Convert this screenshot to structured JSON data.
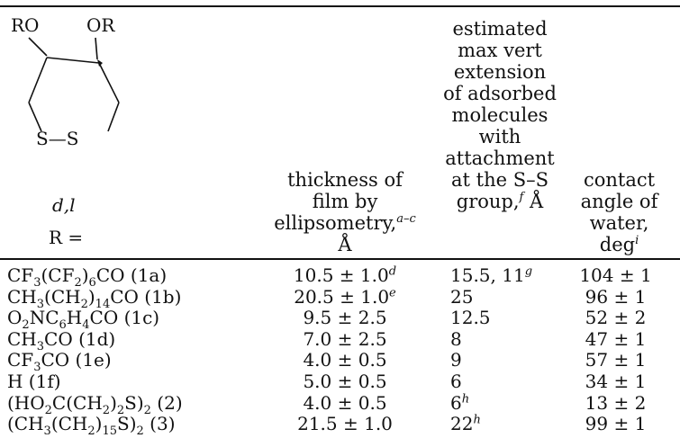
{
  "structure": {
    "ro_left": "RO",
    "ro_right": "OR",
    "s_s": "S—S",
    "stereo": "d,l",
    "r_label": "R ="
  },
  "headers": {
    "thickness": [
      "thickness of",
      "film by"
    ],
    "thickness_last": "ellipsometry,",
    "thickness_sup": "a–c",
    "thickness_unit": "Å",
    "extension": [
      "estimated",
      "max vert",
      "extension",
      "of adsorbed",
      "molecules with",
      "attachment",
      "at the S–S"
    ],
    "extension_last": "group,",
    "extension_sup": "f",
    "extension_unit": "Å",
    "angle": [
      "contact",
      "angle of",
      "water,"
    ],
    "angle_last": "deg",
    "angle_sup": "i"
  },
  "rows": [
    {
      "comp": [
        "CF",
        "3",
        "(CF",
        "2",
        ")",
        "6",
        "CO (1a)"
      ],
      "thick": "10.5 ± 1.0",
      "thick_sup": "d",
      "ext": "15.5, 11",
      "ext_sup": "g",
      "angle": "104 ± 1"
    },
    {
      "comp": [
        "CH",
        "3",
        "(CH",
        "2",
        ")",
        "14",
        "CO (1b)"
      ],
      "thick": "20.5 ± 1.0",
      "thick_sup": "e",
      "ext": "25",
      "ext_sup": "",
      "angle": "96 ± 1"
    },
    {
      "comp": [
        "O",
        "2",
        "NC",
        "6",
        "H",
        "4",
        "CO (1c)"
      ],
      "thick": "9.5 ± 2.5",
      "thick_sup": "",
      "ext": "12.5",
      "ext_sup": "",
      "angle": "52 ± 2"
    },
    {
      "comp": [
        "CH",
        "3",
        "CO (1d)",
        "",
        "",
        "",
        ""
      ],
      "thick": "7.0 ± 2.5",
      "thick_sup": "",
      "ext": "8",
      "ext_sup": "",
      "angle": "47 ± 1"
    },
    {
      "comp": [
        "CF",
        "3",
        "CO (1e)",
        "",
        "",
        "",
        ""
      ],
      "thick": "4.0 ± 0.5",
      "thick_sup": "",
      "ext": "9",
      "ext_sup": "",
      "angle": "57 ± 1"
    },
    {
      "comp": [
        "H (1f)",
        "",
        "",
        "",
        "",
        "",
        ""
      ],
      "thick": "5.0 ± 0.5",
      "thick_sup": "",
      "ext": "6",
      "ext_sup": "",
      "angle": "34 ± 1"
    },
    {
      "comp": [
        "(HO",
        "2",
        "C(CH",
        "2",
        ")",
        "2",
        "S)"
      ],
      "comp_tail": [
        "2",
        " (2)"
      ],
      "thick": "4.0 ± 0.5",
      "thick_sup": "",
      "ext": "6",
      "ext_sup": "h",
      "angle": "13 ± 2"
    },
    {
      "comp": [
        "(CH",
        "3",
        "(CH",
        "2",
        ")",
        "15",
        "S)"
      ],
      "comp_tail": [
        "2",
        " (3)"
      ],
      "thick": "21.5 ± 1.0",
      "thick_sup": "",
      "ext": "22",
      "ext_sup": "h",
      "angle": "99 ± 1"
    }
  ]
}
